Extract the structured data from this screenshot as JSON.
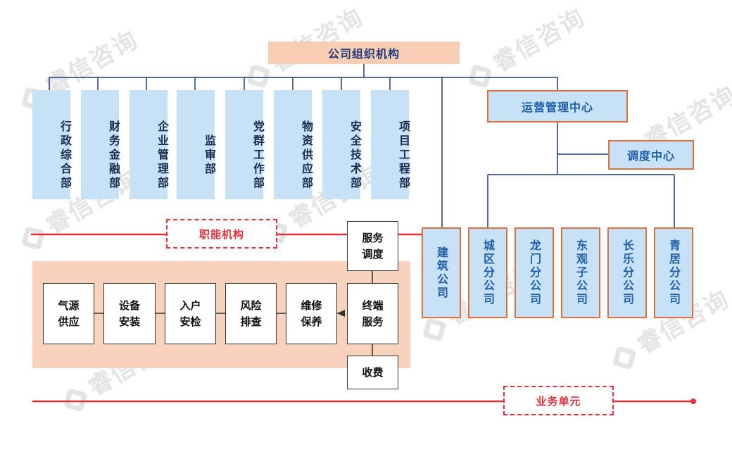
{
  "title": "公司组织机构",
  "watermark": "睿信咨询",
  "colors": {
    "dept_fill": "#c7e2f6",
    "title_fill": "#f9cdb4",
    "band_fill": "#f9d2bd",
    "accent_border": "#e2703c",
    "red_line": "#e0303a",
    "connector": "#1f3a7a"
  },
  "departments": [
    "行政综合部",
    "财务金融部",
    "企业管理部",
    "监审部",
    "党群工作部",
    "物资供应部",
    "安全技术部",
    "项目工程部"
  ],
  "functional_label": "职能机构",
  "operations_center": "运营管理中心",
  "dispatch_center": "调度中心",
  "branches": [
    "建筑公司",
    "城区分公司",
    "龙门分公司",
    "东观子公司",
    "长乐分公司",
    "青居分公司"
  ],
  "services": {
    "chain": [
      "气源\n供应",
      "设备\n安装",
      "入户\n安检",
      "风险\n排查",
      "维修\n保养"
    ],
    "terminal": "终端\n服务",
    "dispatch": "服务\n调度",
    "billing": "收费"
  },
  "business_label": "业务单元"
}
